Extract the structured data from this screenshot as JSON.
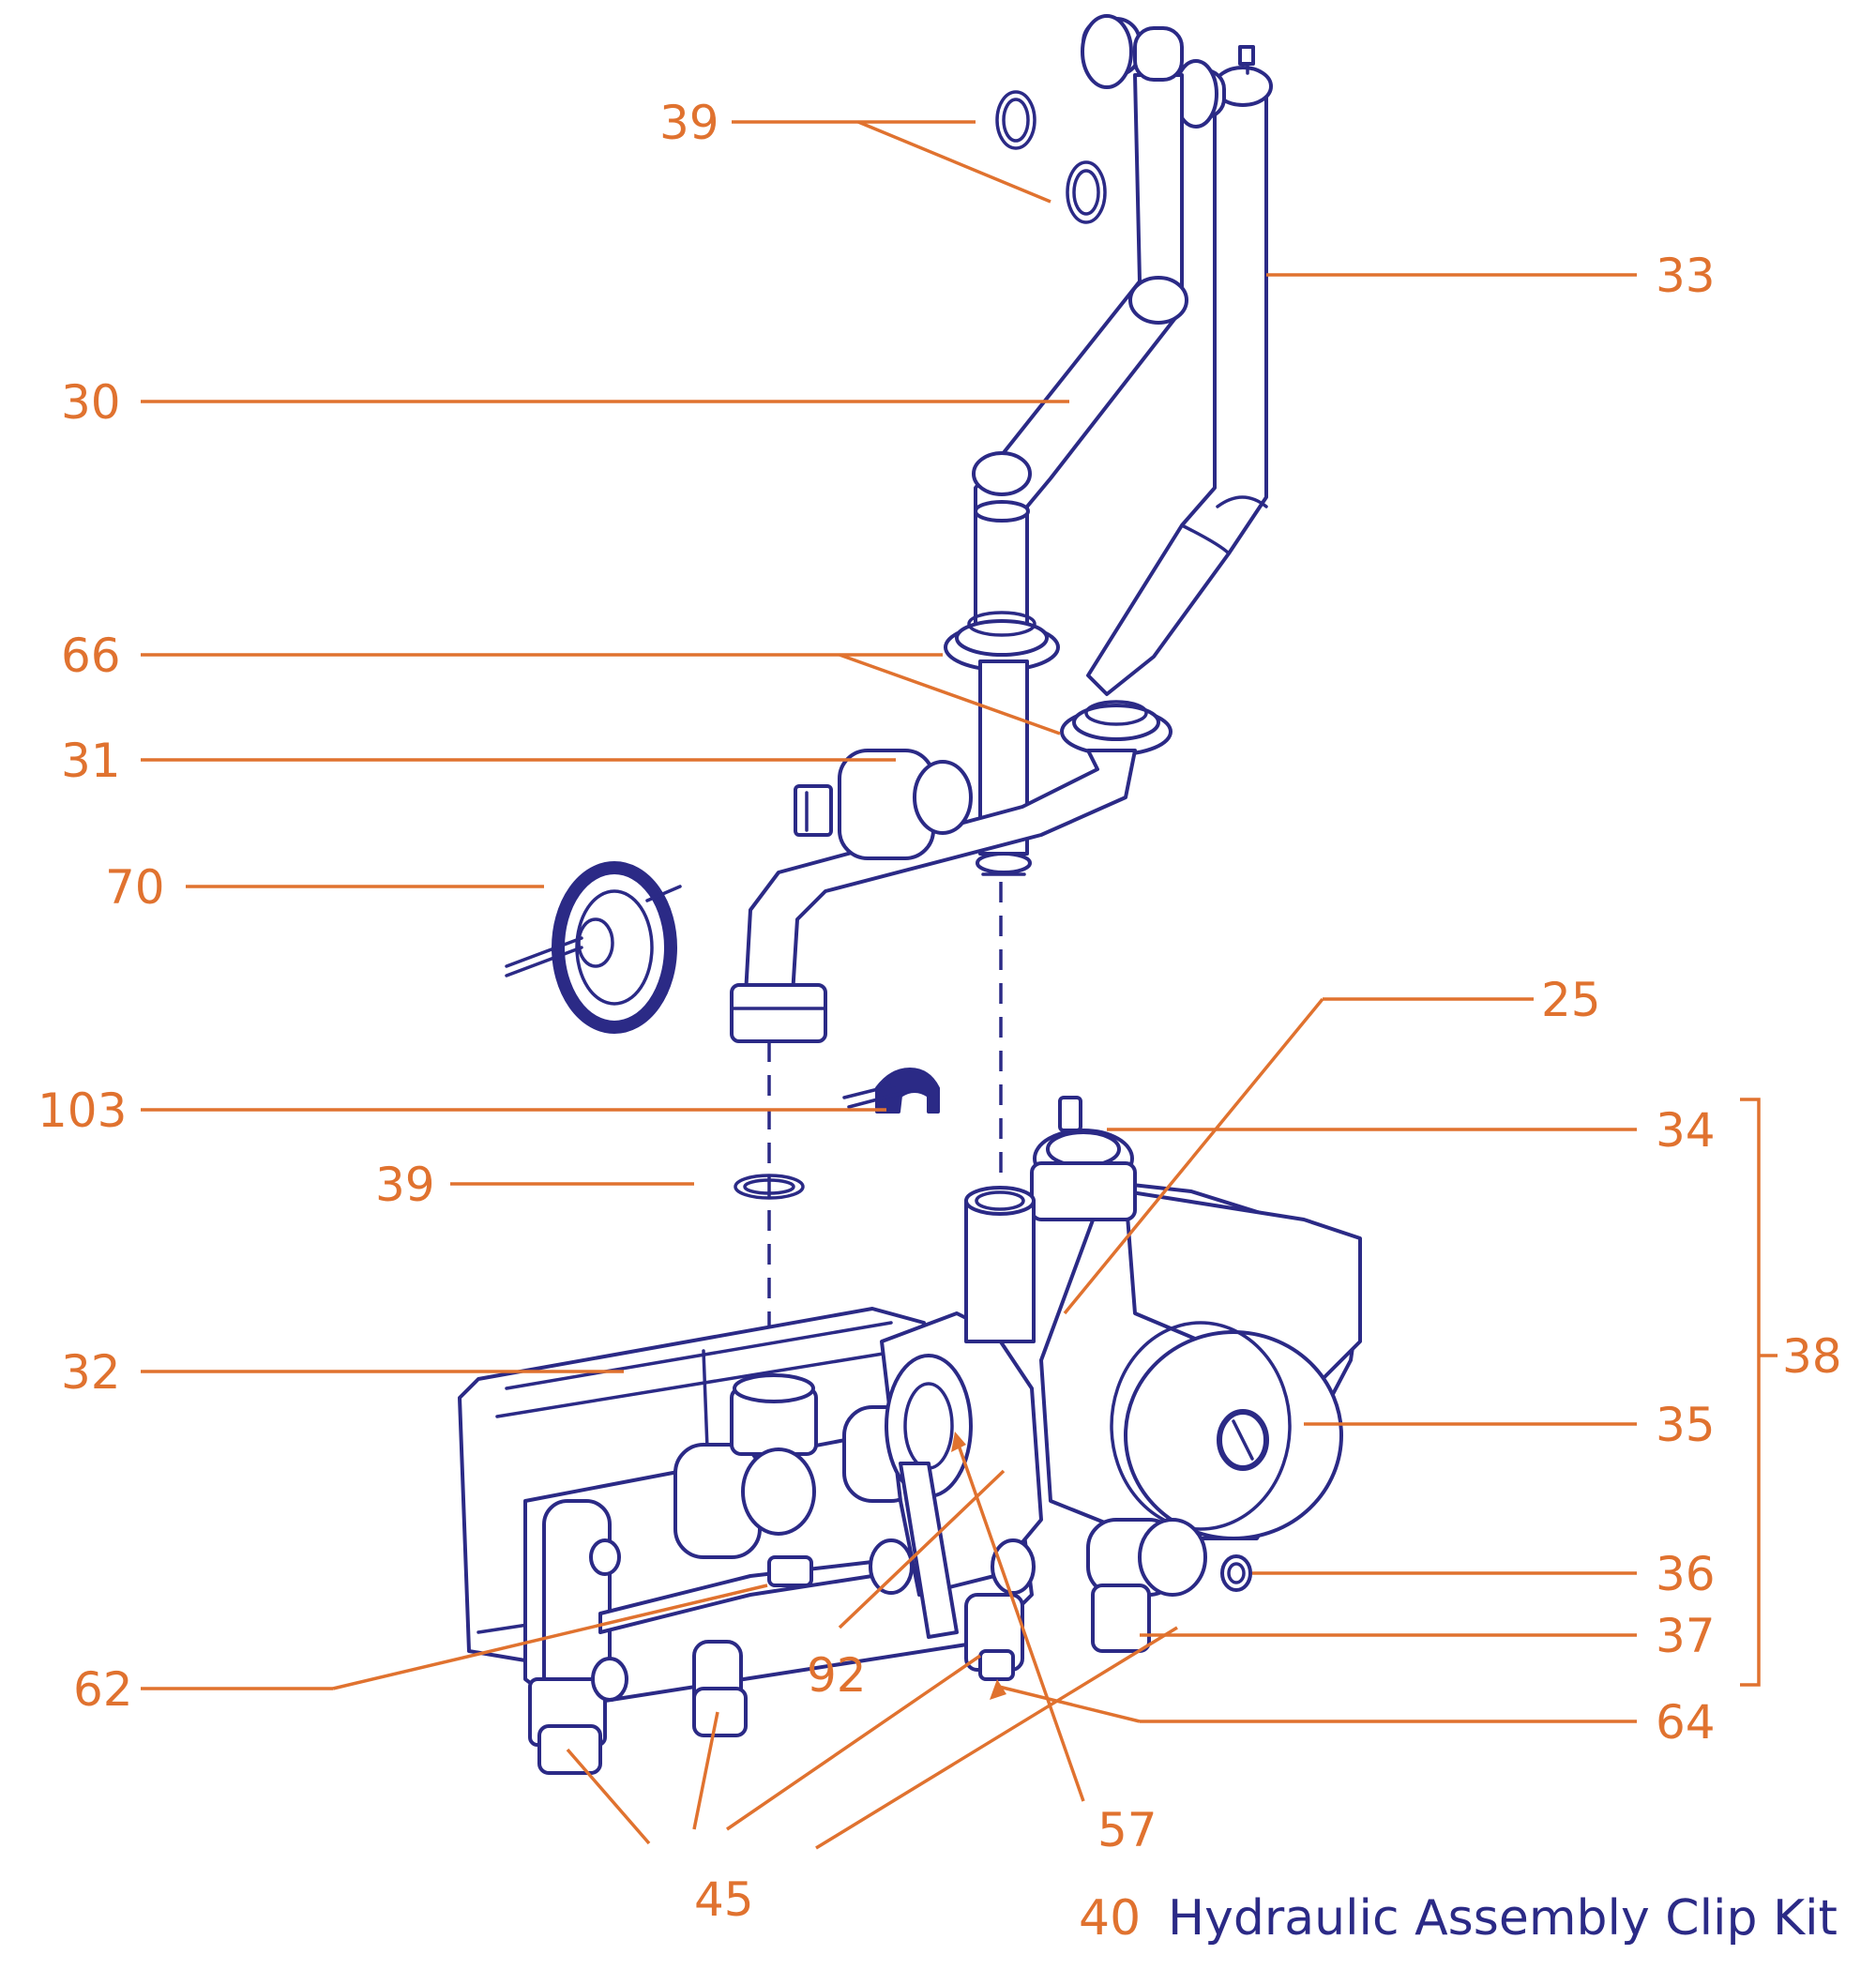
{
  "colors": {
    "label": "#e0722f",
    "line": "#2b2a86"
  },
  "labels": {
    "l39_top": "39",
    "l33": "33",
    "l30": "30",
    "l66": "66",
    "l31": "31",
    "l70": "70",
    "l25": "25",
    "l103": "103",
    "l34": "34",
    "l39_mid": "39",
    "l38": "38",
    "l32": "32",
    "l35": "35",
    "l36": "36",
    "l37": "37",
    "l62": "62",
    "l92": "92",
    "l64": "64",
    "l57": "57",
    "l45": "45"
  },
  "footer": {
    "number": "40",
    "title": "Hydraulic Assembly Clip Kit"
  }
}
